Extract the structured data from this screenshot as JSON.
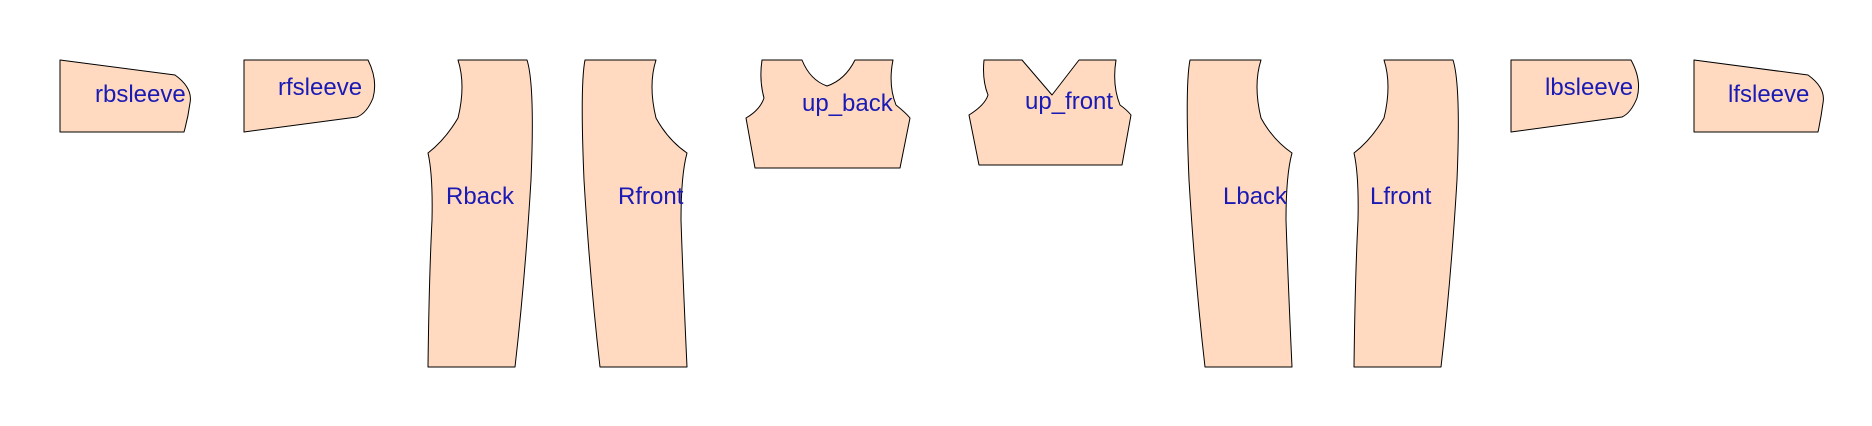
{
  "colors": {
    "piece_fill": "#FFDAC1",
    "outline": "#000000",
    "label": "#1A1AB4",
    "background": "#FFFFFF"
  },
  "pieces": [
    {
      "id": "rbsleeve",
      "label": "rbsleeve"
    },
    {
      "id": "rfsleeve",
      "label": "rfsleeve"
    },
    {
      "id": "rback",
      "label": "Rback"
    },
    {
      "id": "rfront",
      "label": "Rfront"
    },
    {
      "id": "up-back",
      "label": "up_back"
    },
    {
      "id": "up-front",
      "label": "up_front"
    },
    {
      "id": "lback",
      "label": "Lback"
    },
    {
      "id": "lfront",
      "label": "Lfront"
    },
    {
      "id": "lbsleeve",
      "label": "lbsleeve"
    },
    {
      "id": "lfsleeve",
      "label": "lfsleeve"
    }
  ]
}
